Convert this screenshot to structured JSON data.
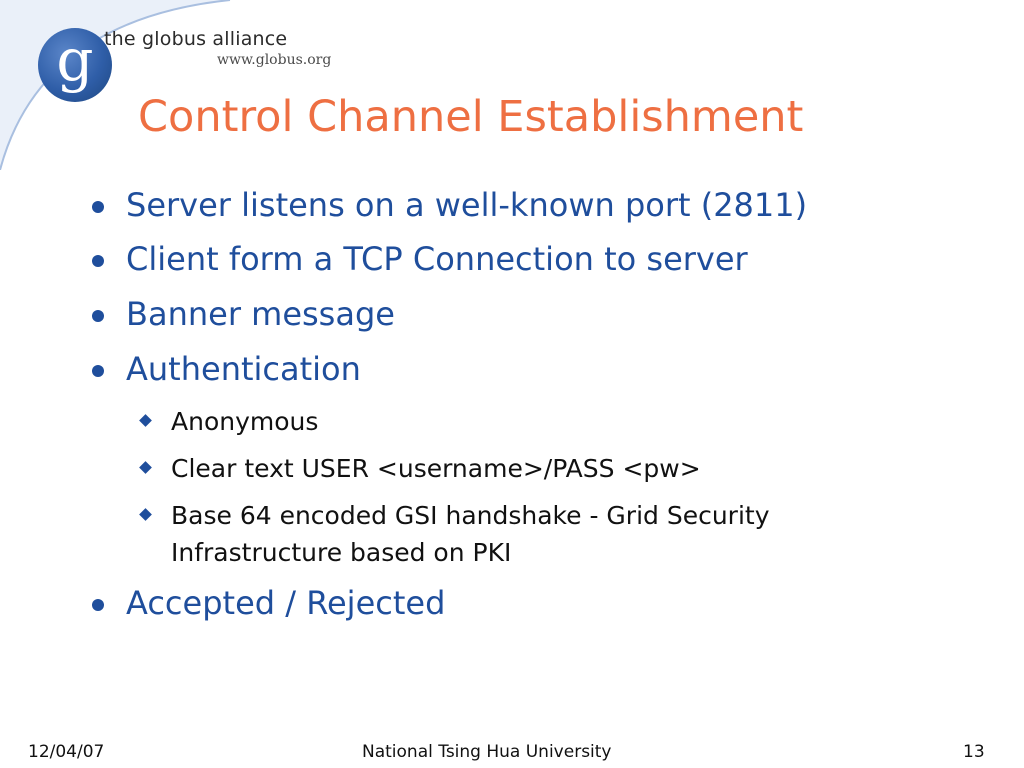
{
  "logo": {
    "glyph": "g",
    "name": "the globus alliance",
    "url": "www.globus.org"
  },
  "title": "Control Channel Establishment",
  "bullets": [
    {
      "text": "Server listens on a well-known port (2811)"
    },
    {
      "text": "Client form a TCP Connection to server"
    },
    {
      "text": "Banner message"
    },
    {
      "text": "Authentication",
      "sub": [
        {
          "text": "Anonymous"
        },
        {
          "text": "Clear text USER <username>/PASS <pw>"
        },
        {
          "line1": "Base 64 encoded GSI handshake - Grid Security",
          "line2": "Infrastructure based on PKI"
        }
      ]
    },
    {
      "text": "Accepted / Rejected"
    }
  ],
  "footer": {
    "date": "12/04/07",
    "organization": "National Tsing Hua University",
    "page_number": "13"
  },
  "colors": {
    "title": "#ee6f42",
    "bullet_text": "#1f4e9c",
    "sub_text": "#111111",
    "corner_arc": "#a9bfe0"
  }
}
